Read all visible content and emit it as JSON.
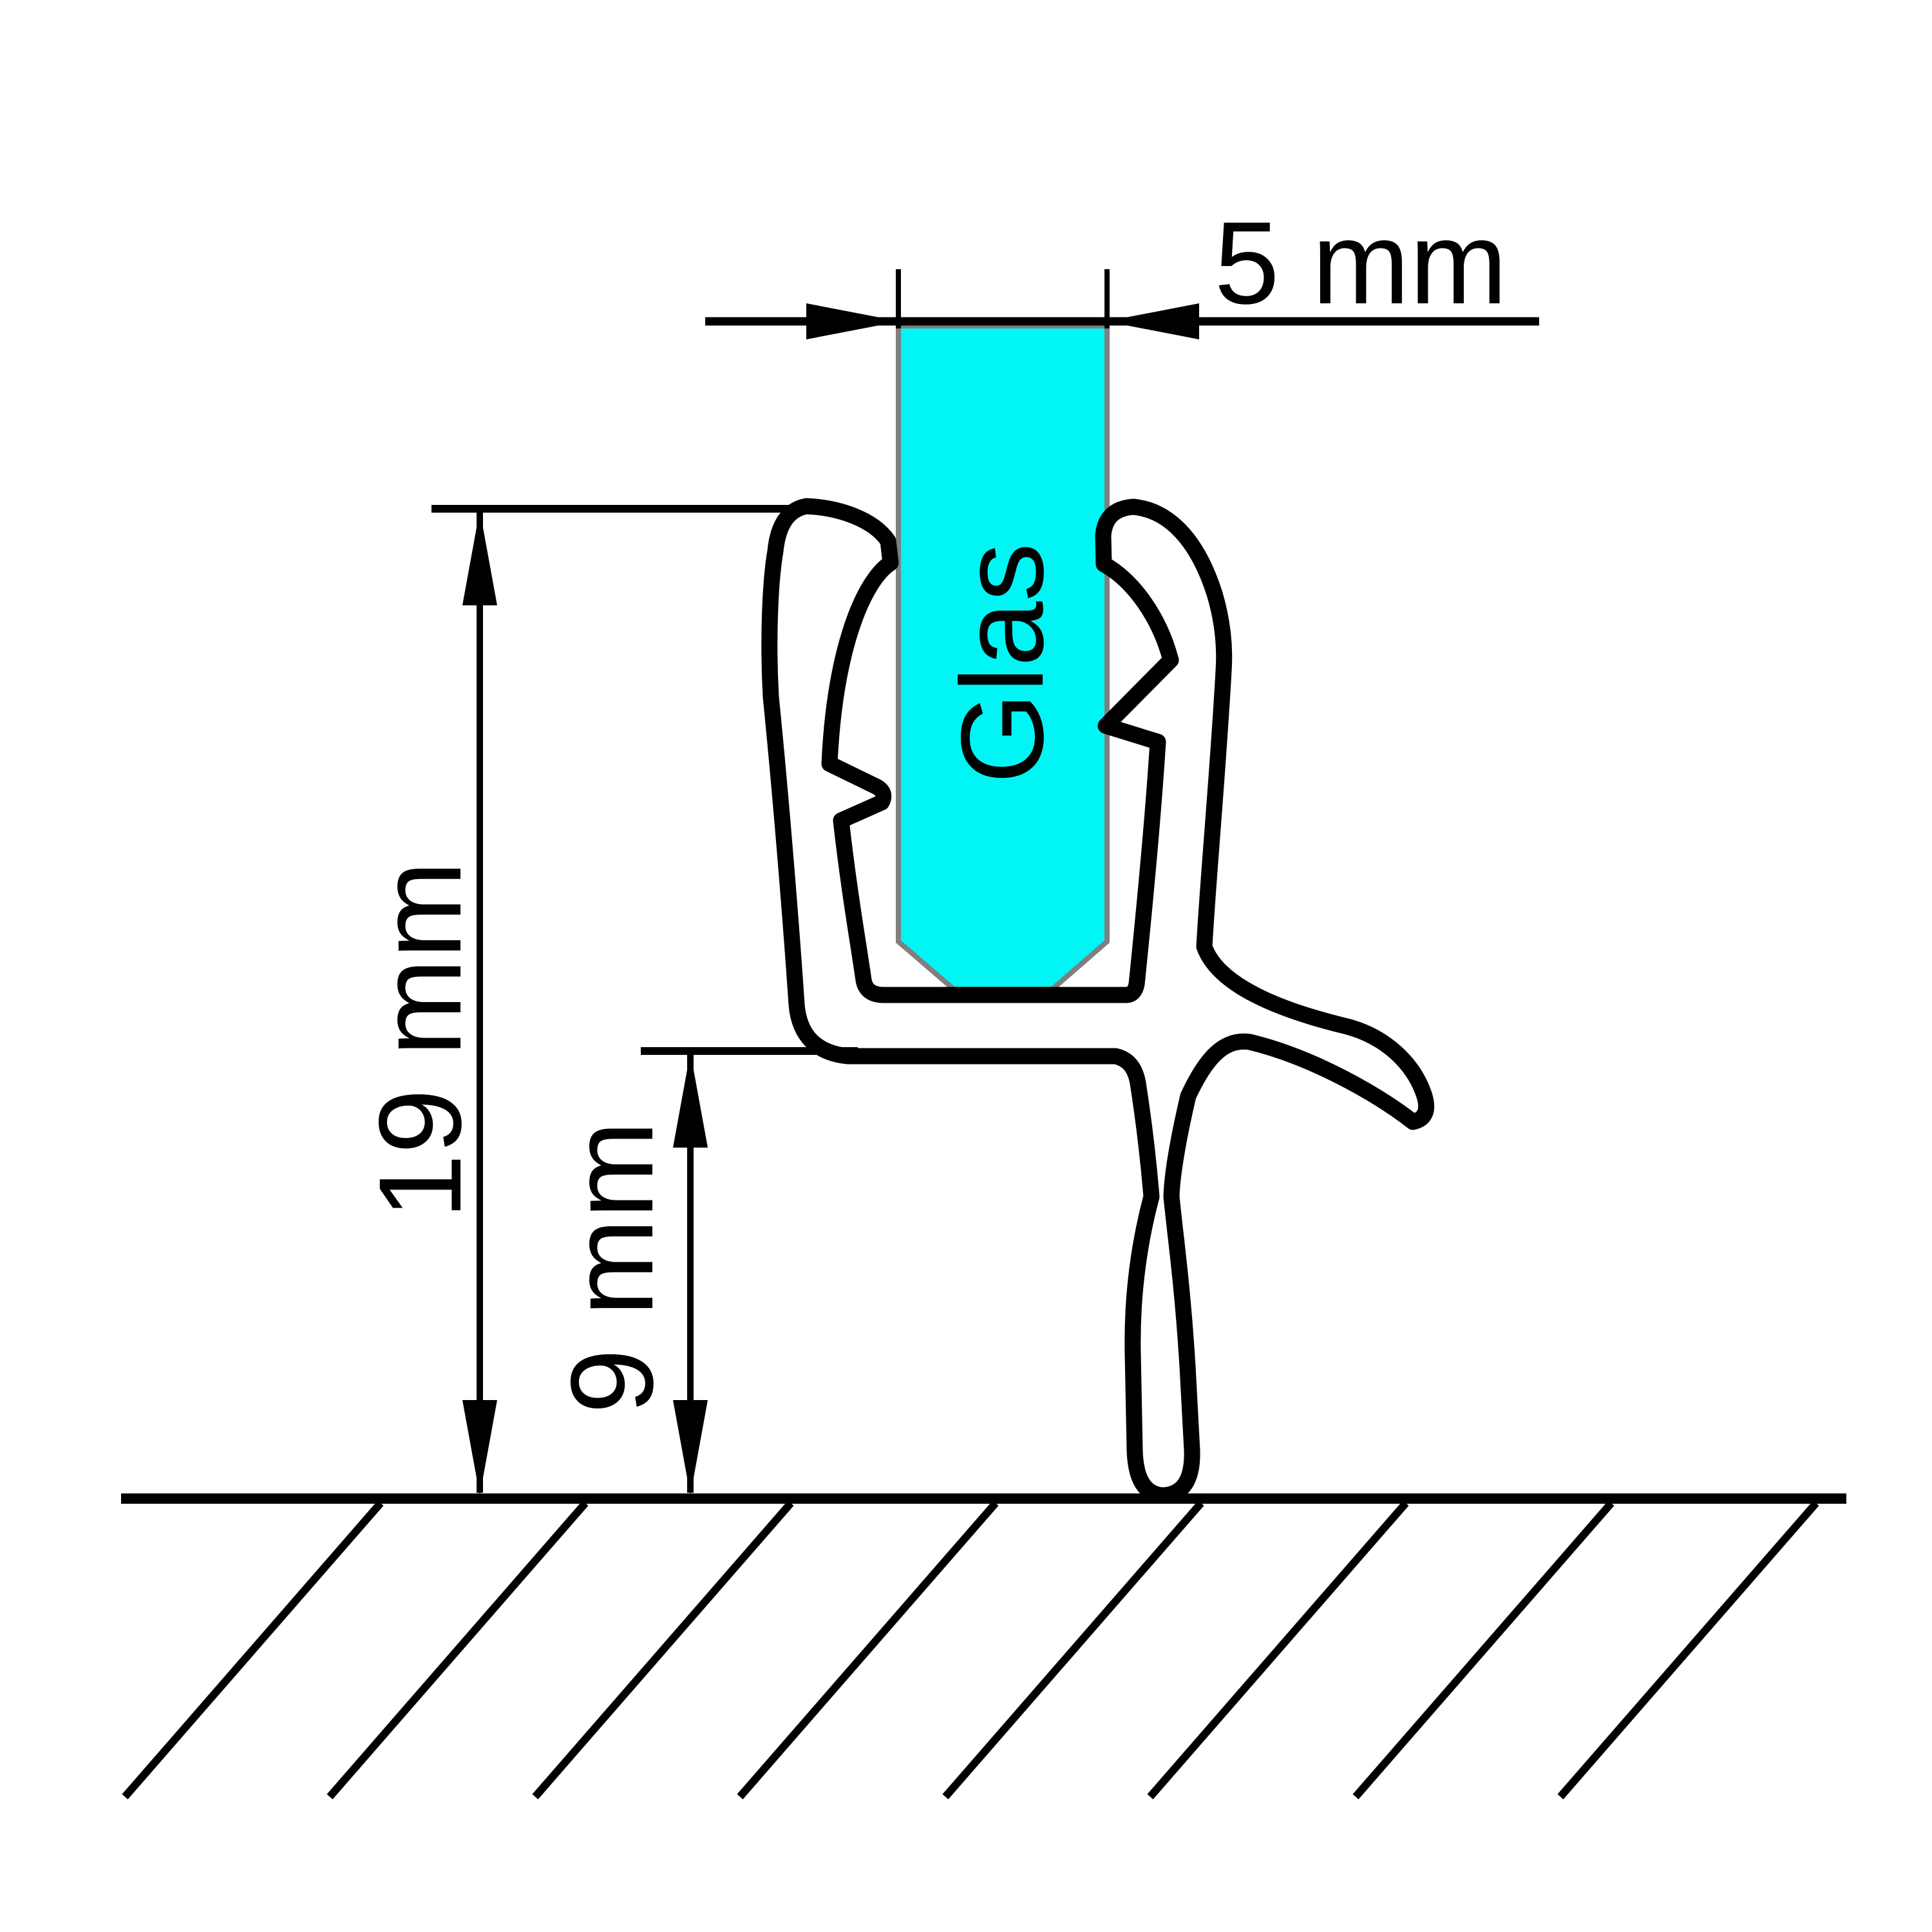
{
  "scene": {
    "drawing_kind": "shower-seal-profile-cross-section",
    "glass": {
      "label": "Glas"
    },
    "dimensions": {
      "width": "5 mm",
      "height_total": "19 mm",
      "height_lower": "9 mm"
    },
    "colors": {
      "glass_fill": "#00F5F5",
      "glass_edge": "#7F7F7F",
      "line": "#000000",
      "background": "#FFFFFF"
    }
  }
}
